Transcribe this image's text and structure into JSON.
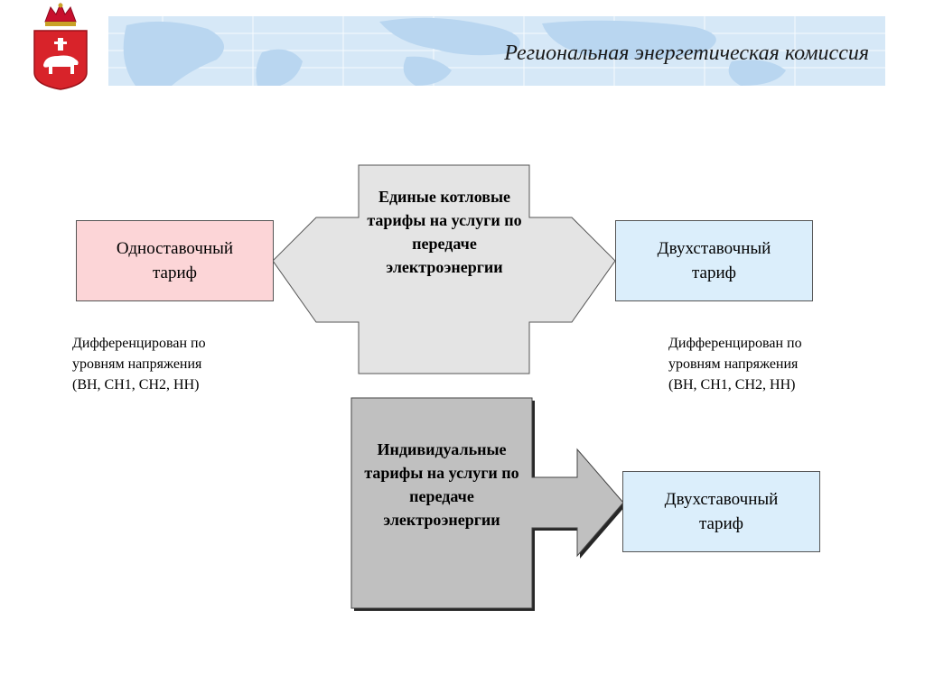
{
  "header": {
    "title": "Региональная энергетическая комиссия",
    "emblem_icon": "perm-krai-coat-of-arms-icon"
  },
  "diagram": {
    "single_rate_tariff": "Одноставочный тариф",
    "two_rate_tariff_top": "Двухставочный тариф",
    "unified_tariffs": "Единые котловые тарифы на услуги по передаче электроэнергии",
    "individual_tariffs": "Индивидуальные тарифы на услуги по передаче электроэнергии",
    "two_rate_tariff_bottom": "Двухставочный тариф",
    "note_left": "Дифференцирован по\nуровням напряжения\n(ВН, СН1, СН2, НН)",
    "note_right": "Дифференцирован по\nуровням напряжения\n(ВН, СН1, СН2, НН)"
  },
  "colors": {
    "pink_box": "#fcd5d7",
    "blue_box": "#dbeefb",
    "light_arrow": "#e4e4e4",
    "dark_arrow": "#c0c0c0",
    "banner": "#d6e8f7"
  }
}
